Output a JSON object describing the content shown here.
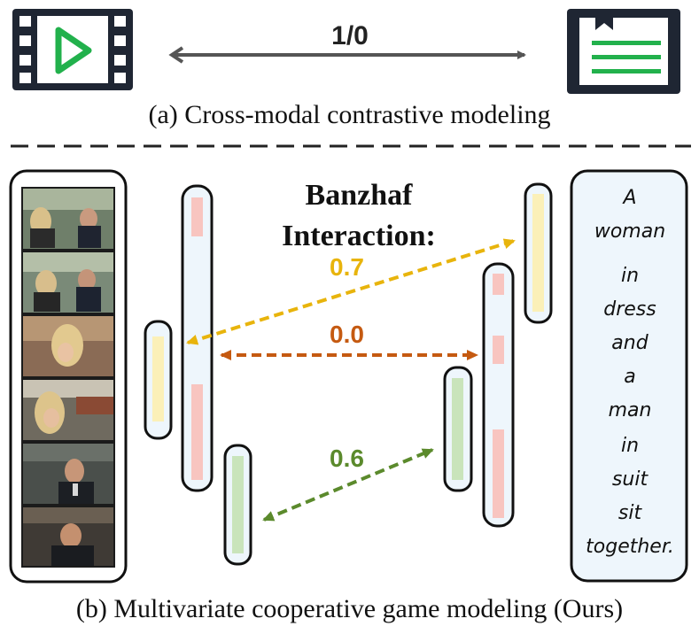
{
  "part_a": {
    "pair_label": "1/0",
    "caption": "(a) Cross-modal contrastive modeling",
    "icons": [
      "video-icon",
      "text-document-icon"
    ]
  },
  "part_b": {
    "title_line1": "Banzhaf",
    "title_line2": "Interaction:",
    "values": {
      "yellow": "0.7",
      "orange": "0.0",
      "green": "0.6"
    },
    "sentence_words": [
      "A",
      "woman",
      "in",
      "dress",
      "and",
      "a",
      "man",
      "in",
      "suit",
      "sit",
      "together."
    ],
    "caption": "(b) Multivariate cooperative game modeling (Ours)"
  },
  "colors": {
    "dark": "#1f2633",
    "green": "#22b14c",
    "yellow": "#e8b40c",
    "orange": "#c55a11",
    "olive_green": "#5b8a2c",
    "pink_seg": "#f8c5c0",
    "yellow_seg": "#fbf0b8",
    "green_seg": "#c9e4bb",
    "bar_fill": "#eef6fc"
  }
}
